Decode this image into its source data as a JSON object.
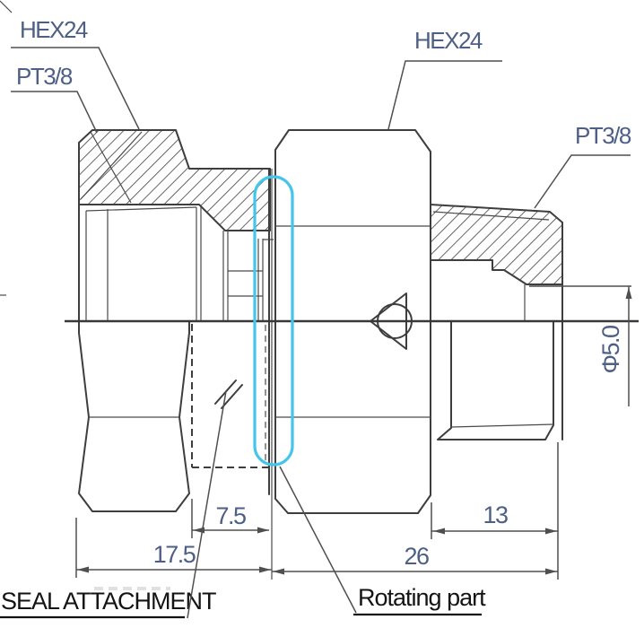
{
  "drawing": {
    "callouts": {
      "hex_left": "HEX24",
      "thread_left": "PT3/8",
      "hex_center": "HEX24",
      "thread_right": "PT3/8"
    },
    "dimensions": {
      "bore_diameter": "Φ5.0",
      "seal_width": "7.5",
      "left_body_length": "17.5",
      "right_body_length": "26",
      "thread_length": "13"
    },
    "annotations": {
      "seal": "SEAL ATTACHMENT",
      "rotating": "Rotating part"
    },
    "colors": {
      "line": "#3e3e3e",
      "dim_line": "#4f4f4f",
      "dim_text": "#4d5f85",
      "annotation_text": "#141414",
      "highlight": "#45c5ea"
    }
  }
}
